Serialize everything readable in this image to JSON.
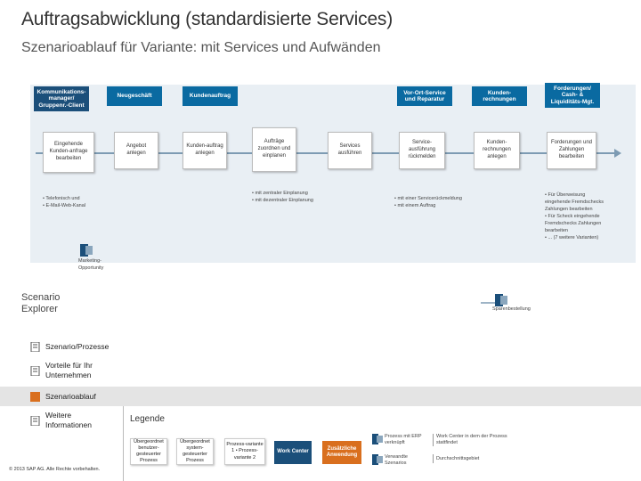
{
  "header": {
    "title": "Auftragsabwicklung (standardisierte Services)",
    "subtitle": "Szenarioablauf für Variante: mit Services und Aufwänden"
  },
  "lanes": [
    {
      "label": "Kommunikations-manager/ Gruppenr.-Client"
    },
    {
      "label": "Neugeschäft"
    },
    {
      "label": "Kundenauftrag"
    },
    {
      "label": "Vor-Ort-Service und Reparatur"
    },
    {
      "label": "Kunden-rechnungen"
    },
    {
      "label": "Forderungen/ Cash- & Liquiditäts-Mgt."
    }
  ],
  "steps": [
    {
      "label": "Eingehende Kunden-anfrage bearbeiten"
    },
    {
      "label": "Angebot anlegen"
    },
    {
      "label": "Kunden-auftrag anlegen"
    },
    {
      "label": "Aufträge zuordnen und einplanen"
    },
    {
      "label": "Services ausführen"
    },
    {
      "label": "Service-ausführung rückmelden"
    },
    {
      "label": "Kunden-rechnungen anlegen"
    },
    {
      "label": "Forderungen und Zahlungen bearbeiten"
    }
  ],
  "notes": {
    "channels": [
      "Telefonisch und",
      "E-Mail-Web-Kanal"
    ],
    "planning": [
      "mit zentraler Einplanung",
      "mit dezentraler Einplanung"
    ],
    "confirmation": [
      "mit einer Servicerückmeldung",
      "mit einem Auftrag"
    ],
    "receivables": [
      "Für Überweisung eingehende Fremdschecks Zahlungen bearbeiten",
      "Für Scheck eingehende Fremdschecks Zahlungen bearbeiten",
      "... (7 weitere Varianten)"
    ]
  },
  "links": {
    "marketing": "Marketing-Opportunity",
    "spare_parts": "Sparenbestellung"
  },
  "scenario_explorer": "Scenario Explorer",
  "nav": [
    {
      "label": "Szenario/Prozesse"
    },
    {
      "label": "Vorteile für Ihr Unternehmen"
    },
    {
      "label": "Szenarioablauf"
    },
    {
      "label": "Weitere Informationen"
    }
  ],
  "legend": {
    "title": "Legende",
    "items": [
      {
        "label": "Übergeordnet benutzer-gesteuerter Prozess"
      },
      {
        "label": "Übergeordnet system-gesteuerter Prozess"
      },
      {
        "label": "Prozess-variante 1 • Prozess-variante 2"
      },
      {
        "label": "Work Center"
      },
      {
        "label": "Zusätzliche Anwendung"
      }
    ],
    "texts": [
      "Prozess mit ERP verknüpft",
      "Work Center in dem der Prozess stattfindet",
      "Verwandte Szenarios",
      "Durchschnittsgebiet"
    ]
  },
  "footer": "© 2013 SAP AG. Alle Rechte vorbehalten.",
  "colors": {
    "lane": "#0a6aa1",
    "lane_dark": "#1b4f7a",
    "nav_active": "#d96f1e",
    "legend_orange": "#d96f1e"
  }
}
